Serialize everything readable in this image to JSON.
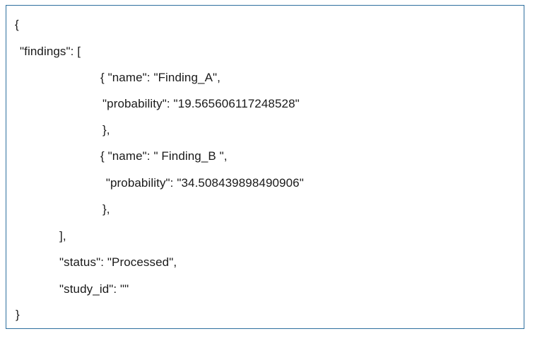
{
  "json_box": {
    "lines": [
      "{",
      "\"findings\": [",
      "{ \"name\": \"Finding_A\",",
      "\"probability\": \"19.565606117248528\"",
      "},",
      "{ \"name\": \" Finding_B \",",
      " \"probability\": \"34.508439898490906\"",
      "},",
      "],",
      "\"status\": \"Processed\",",
      "\"study_id\": \"\"",
      "}"
    ]
  }
}
